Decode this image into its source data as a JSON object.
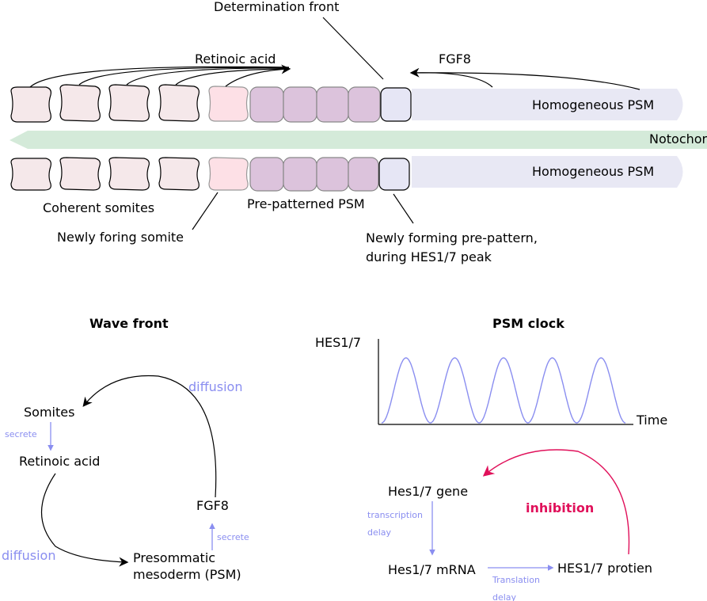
{
  "top": {
    "determination_front": "Determination front",
    "retinoic_acid": "Retinoic acid",
    "fgf8": "FGF8",
    "homogeneous_psm_top": "Homogeneous PSM",
    "notochord": "Notochord",
    "homogeneous_psm_bottom": "Homogeneous PSM",
    "coherent_somites": "Coherent somites",
    "pre_patterned_psm": "Pre-patterned PSM",
    "newly_foring_somite": "Newly foring somite",
    "newly_forming_prepattern_line1": "Newly forming pre-pattern,",
    "newly_forming_prepattern_line2": "during HES1/7 peak"
  },
  "wave_front": {
    "title": "Wave front",
    "somites": "Somites",
    "secrete_1": "secrete",
    "retinoic_acid": "Retinoic acid",
    "diffusion_left": "diffusion",
    "diffusion_top": "diffusion",
    "fgf8": "FGF8",
    "secrete_2": "secrete",
    "psm_line1": "Presommatic",
    "psm_line2": "mesoderm (PSM)"
  },
  "psm_clock": {
    "title": "PSM clock",
    "y_label": "HES1/7",
    "x_label": "Time",
    "peaks": 5,
    "hes_gene": "Hes1/7 gene",
    "transcription": "transcription",
    "delay_1": "delay",
    "hes_mrna": "Hes1/7 mRNA",
    "translation": "Translation",
    "delay_2": "delay",
    "hes_protein": "HES1/7 protien",
    "inhibition": "inhibition"
  },
  "colors": {
    "somite_fill": "#f5e8ea",
    "new_somite_fill": "#fde0e6",
    "prepatterned_fill": "#dcc3dc",
    "front_fill": "#e6e6f5",
    "psm_band": "#e8e8f4",
    "notochord": "#d4ead9",
    "blue": "#8a8ef0",
    "red": "#e0105a"
  }
}
